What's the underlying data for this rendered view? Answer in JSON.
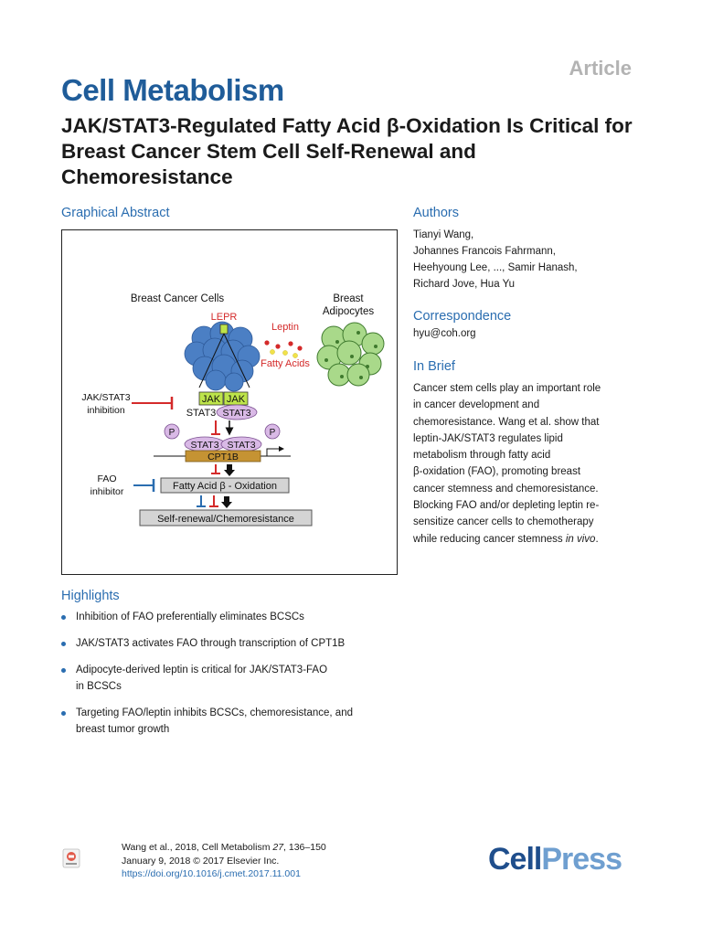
{
  "header": {
    "article_tag": "Article",
    "journal": "Cell Metabolism",
    "title": "JAK/STAT3-Regulated Fatty Acid β-Oxidation Is Critical for Breast Cancer Stem Cell Self-Renewal and Chemoresistance"
  },
  "graphical_abstract": {
    "heading": "Graphical Abstract",
    "labels": {
      "cells": "Breast Cancer Cells",
      "adipocytes_1": "Breast",
      "adipocytes_2": "Adipocytes",
      "lepr": "LEPR",
      "leptin": "Leptin",
      "fatty_acids": "Fatty Acids",
      "jak": "JAK",
      "stat3": "STAT3",
      "p": "P",
      "cpt1b": "CPT1B",
      "jak_inhib_1": "JAK/STAT3",
      "jak_inhib_2": "inhibition",
      "fao_inhib_1": "FAO",
      "fao_inhib_2": "inhibitor",
      "fao_box": "Fatty Acid β - Oxidation",
      "outcome_box": "Self-renewal/Chemoresistance"
    },
    "colors": {
      "cell": "#4b7fc4",
      "adipocyte": "#a9d98a",
      "jak": "#bde44a",
      "stat3": "#d9b9e6",
      "cpt1b": "#c59333",
      "red": "#d42a2a",
      "blue": "#2a6db0",
      "box": "#d4d4d4"
    }
  },
  "authors": {
    "heading": "Authors",
    "lines": [
      "Tianyi Wang,",
      "Johannes Francois Fahrmann,",
      "Heehyoung Lee, ..., Samir Hanash,",
      "Richard Jove, Hua Yu"
    ]
  },
  "correspondence": {
    "heading": "Correspondence",
    "email": "hyu@coh.org"
  },
  "in_brief": {
    "heading": "In Brief",
    "lines": [
      "Cancer stem cells play an important role",
      "in cancer development and",
      "chemoresistance. Wang et al. show that",
      "leptin-JAK/STAT3 regulates lipid",
      "metabolism through fatty acid",
      "β-oxidation (FAO), promoting breast",
      "cancer stemness and chemoresistance.",
      "Blocking FAO and/or depleting leptin re-",
      "sensitize cancer cells to chemotherapy"
    ],
    "last_line_prefix": "while reducing cancer stemness ",
    "last_line_italic": "in vivo",
    "last_line_suffix": "."
  },
  "highlights": {
    "heading": "Highlights",
    "items": [
      [
        "Inhibition of FAO preferentially eliminates BCSCs"
      ],
      [
        "JAK/STAT3 activates FAO through transcription of CPT1B"
      ],
      [
        "Adipocyte-derived leptin is critical for JAK/STAT3-FAO",
        "in BCSCs"
      ],
      [
        "Targeting FAO/leptin inhibits BCSCs, chemoresistance, and",
        "breast tumor growth"
      ]
    ]
  },
  "footer": {
    "citation_prefix": "Wang et al., 2018, Cell Metabolism ",
    "citation_volume": "27",
    "citation_pages": ", 136–150",
    "date_line": "January 9, 2018 © 2017 Elsevier Inc.",
    "doi": "https://doi.org/10.1016/j.cmet.2017.11.001",
    "publisher_cell": "Cell",
    "publisher_press": "Press"
  }
}
